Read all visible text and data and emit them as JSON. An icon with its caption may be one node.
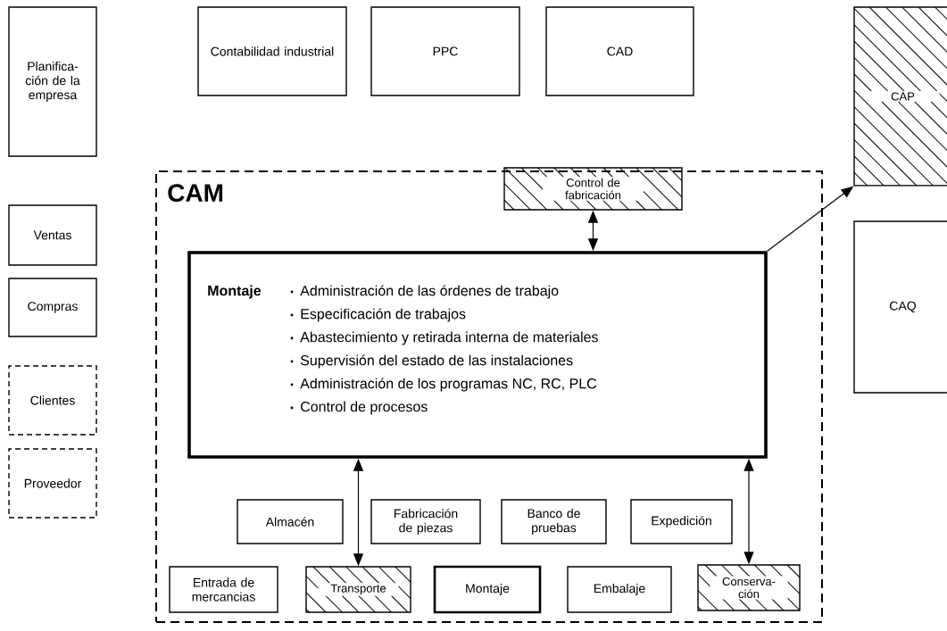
{
  "diagram": {
    "nodes": [
      {
        "text": [
          "Planifica- ción de la empresa"
        ]
      },
      {
        "text": [
          "Contabilidad industrial"
        ]
      },
      {
        "text": [
          "PPC"
        ]
      },
      {
        "text": [
          "CAD"
        ]
      },
      {
        "text": [
          "CAP"
        ]
      },
      {
        "text": [
          "Ventas"
        ]
      },
      {
        "text": [
          "Compras"
        ]
      },
      {
        "text": [
          "Clientes"
        ]
      },
      {
        "text": [
          "Proveedor"
        ]
      },
      {
        "text": [
          "CAM"
        ]
      },
      {
        "text": [
          "Control de fabricación"
        ],
        "in": 9
      },
      {
        "text": [
          "Montaje",
          "Administración de las órdenes de trabajo",
          "Especificación de trabajos",
          "Abastecimiento y retirada interna de materiales",
          "Supervisión del estado de las instalaciones",
          "Administración de los programas NC, RC, PLC",
          "Control de procesos"
        ],
        "in": 9
      },
      {
        "text": [
          "CAQ"
        ]
      },
      {
        "text": [
          "Almacén"
        ],
        "in": 9
      },
      {
        "text": [
          "Fabricación de piezas"
        ],
        "in": 9
      },
      {
        "text": [
          "Banco de pruebas"
        ],
        "in": 9
      },
      {
        "text": [
          "Expedición"
        ],
        "in": 9
      },
      {
        "text": [
          "Entrada de mercancias"
        ],
        "in": 9
      },
      {
        "text": [
          "Transporte"
        ],
        "in": 9
      },
      {
        "text": [
          "Montaje"
        ],
        "in": 9
      },
      {
        "text": [
          "Embalaje"
        ],
        "in": 9
      },
      {
        "text": [
          "Conserva- ción"
        ],
        "in": 9
      }
    ],
    "edges": [
      {
        "from": 10,
        "to": 11,
        "arrow": "both"
      },
      {
        "from": 11,
        "to": 4,
        "arrow": "to"
      },
      {
        "from": 11,
        "to": 18,
        "arrow": "both"
      },
      {
        "from": 11,
        "to": 21,
        "arrow": "both"
      }
    ]
  }
}
